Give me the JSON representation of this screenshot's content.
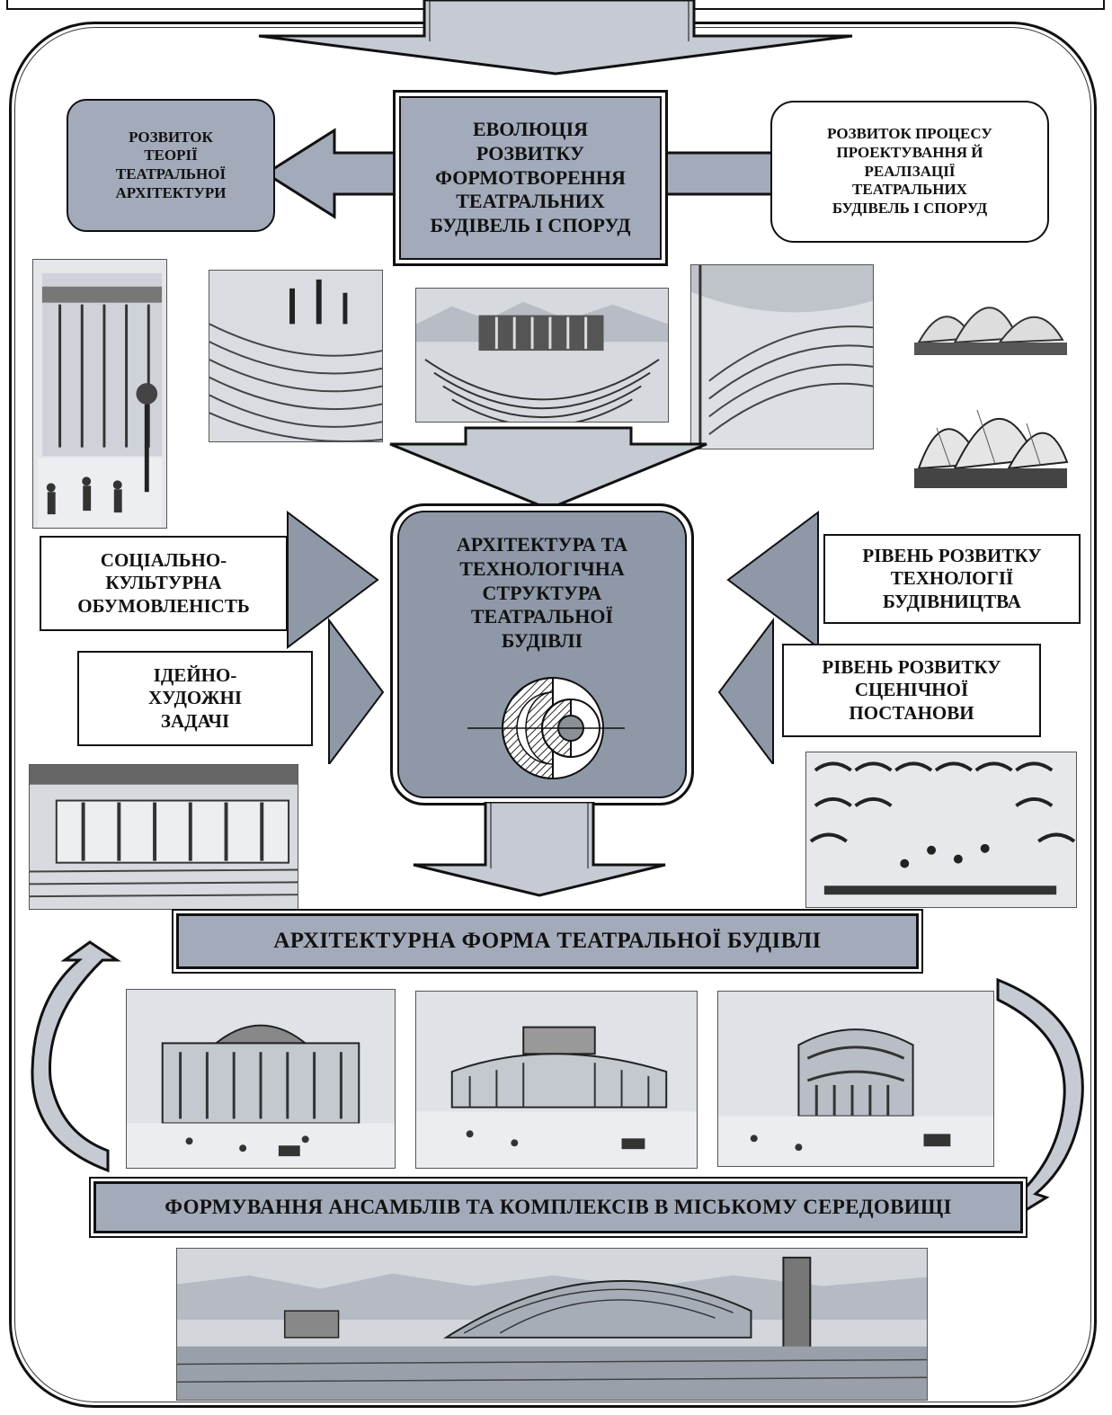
{
  "diagram": {
    "main_evolution": {
      "lines": [
        "ЕВОЛЮЦІЯ",
        "РОЗВИТКУ",
        "ФОРМОТВОРЕННЯ",
        "ТЕАТРАЛЬНИХ",
        "БУДІВЕЛЬ І СПОРУД"
      ]
    },
    "theory_box": {
      "lines": [
        "РОЗВИТОК",
        "ТЕОРІЇ",
        "ТЕАТРАЛЬНОЇ",
        "АРХІТЕКТУРИ"
      ]
    },
    "process_box": {
      "lines": [
        "РОЗВИТОК ПРОЦЕСУ",
        "ПРОЕКТУВАННЯ Й",
        "РЕАЛІЗАЦІЇ",
        "ТЕАТРАЛЬНИХ",
        "БУДІВЕЛЬ І СПОРУД"
      ]
    },
    "center_box": {
      "lines": [
        "АРХІТЕКТУРА ТА",
        "ТЕХНОЛОГІЧНА",
        "СТРУКТУРА",
        "ТЕАТРАЛЬНОЇ",
        "БУДІВЛІ"
      ]
    },
    "social_box": {
      "lines": [
        "СОЦІАЛЬНО-",
        "КУЛЬТУРНА",
        "ОБУМОВЛЕНІСТЬ"
      ]
    },
    "ideas_box": {
      "lines": [
        "ІДЕЙНО-",
        "ХУДОЖНІ",
        "ЗАДАЧІ"
      ]
    },
    "tech_box": {
      "lines": [
        "РІВЕНЬ РОЗВИТКУ",
        "ТЕХНОЛОГІЇ",
        "БУДІВНИЦТВА"
      ]
    },
    "stage_box": {
      "lines": [
        "РІВЕНЬ РОЗВИТКУ",
        "СЦЕНІЧНОЇ",
        "ПОСТАНОВИ"
      ]
    },
    "form_banner": "АРХІТЕКТУРНА ФОРМА ТЕАТРАЛЬНОЇ БУДІВЛІ",
    "ensemble_banner": "ФОРМУВАННЯ АНСАМБЛІВ ТА КОМПЛЕКСІВ В МІСЬКОМУ СЕРЕДОВИЩІ"
  },
  "colors": {
    "box_grey": "#a3abba",
    "center_grey": "#8f98a7",
    "arrow_grey": "#c5cad3",
    "outline": "#111111"
  },
  "illustrations": [
    "classical-theatre-facade-illustration",
    "ancient-amphitheatre-illustration",
    "open-air-theatre-illustration",
    "amphitheatre-with-awning-illustration",
    "sydney-opera-house-illustration",
    "auditorium-stage-illustration",
    "arena-interior-illustration",
    "paris-opera-illustration",
    "dresden-opera-illustration",
    "round-opera-house-illustration",
    "modern-theatre-complex-illustration"
  ]
}
